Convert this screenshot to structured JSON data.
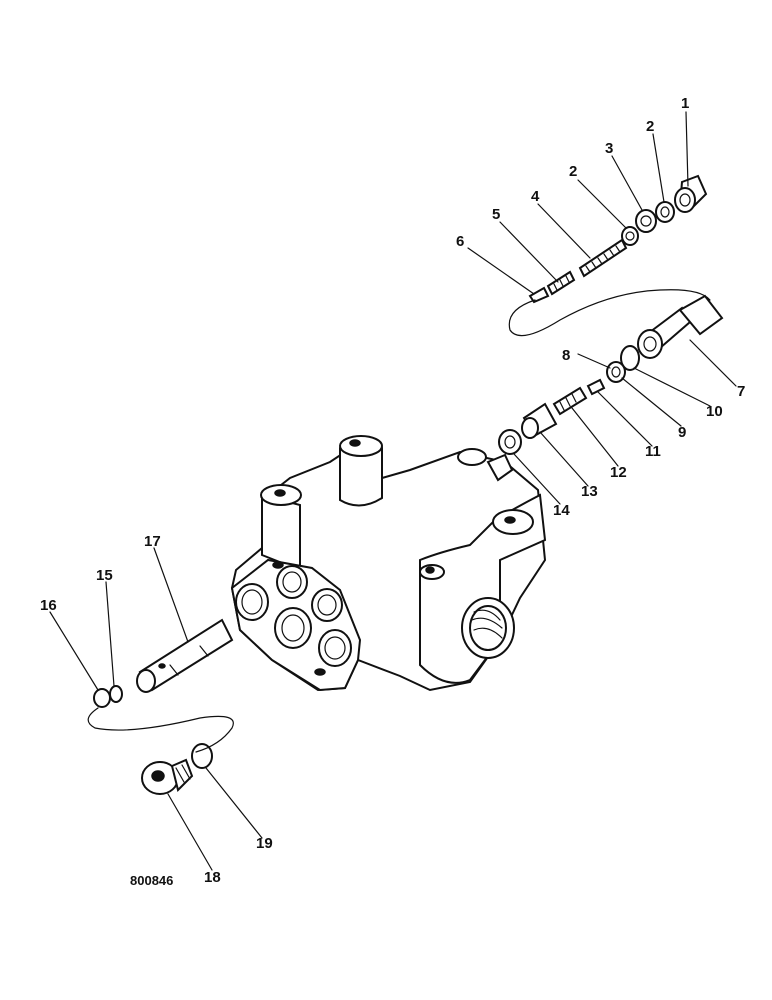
{
  "drawing_number": "800846",
  "callouts": [
    {
      "id": "c1",
      "label": "1"
    },
    {
      "id": "c2a",
      "label": "2"
    },
    {
      "id": "c2b",
      "label": "2"
    },
    {
      "id": "c3",
      "label": "3"
    },
    {
      "id": "c4",
      "label": "4"
    },
    {
      "id": "c5",
      "label": "5"
    },
    {
      "id": "c6",
      "label": "6"
    },
    {
      "id": "c7",
      "label": "7"
    },
    {
      "id": "c8",
      "label": "8"
    },
    {
      "id": "c9",
      "label": "9"
    },
    {
      "id": "c10",
      "label": "10"
    },
    {
      "id": "c11",
      "label": "11"
    },
    {
      "id": "c12",
      "label": "12"
    },
    {
      "id": "c13",
      "label": "13"
    },
    {
      "id": "c14",
      "label": "14"
    },
    {
      "id": "c15",
      "label": "15"
    },
    {
      "id": "c16",
      "label": "16"
    },
    {
      "id": "c17",
      "label": "17"
    },
    {
      "id": "c18",
      "label": "18"
    },
    {
      "id": "c19",
      "label": "19"
    }
  ]
}
